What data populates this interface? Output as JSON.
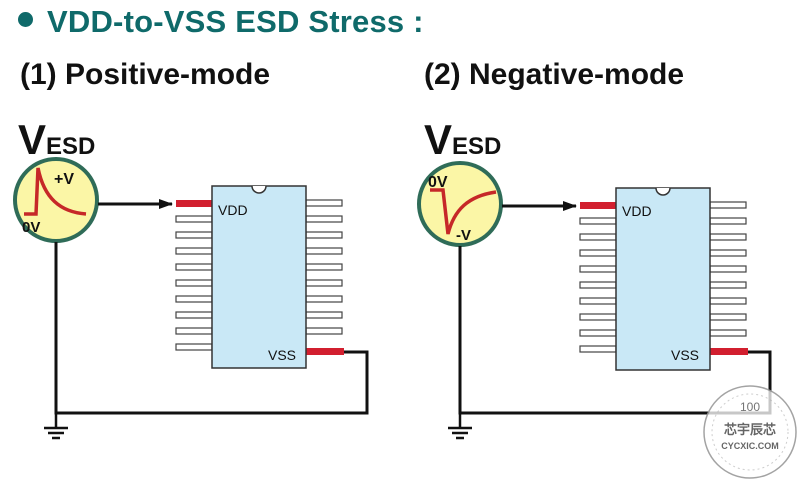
{
  "title": "VDD-to-VSS ESD Stress :",
  "panels": [
    {
      "heading": "(1) Positive-mode",
      "source_label_main": "V",
      "source_label_sub": "ESD",
      "source_peak_label": "+V",
      "source_base_label": "0V",
      "pin_top_label": "VDD",
      "pin_bottom_label": "VSS"
    },
    {
      "heading": "(2) Negative-mode",
      "source_label_main": "V",
      "source_label_sub": "ESD",
      "source_peak_label": "-V",
      "source_base_label": "0V",
      "pin_top_label": "VDD",
      "pin_bottom_label": "VSS"
    }
  ],
  "watermark": {
    "top": "100",
    "brand": "芯宇辰芯",
    "site": "CYCXIC.COM"
  },
  "colors": {
    "title": "#0f6a6a",
    "chip_fill": "#c9e8f6",
    "source_fill": "#fbf6a6",
    "source_ring": "#2f6c58",
    "waveform": "#c62828",
    "stressed_pin": "#d21f2f"
  }
}
